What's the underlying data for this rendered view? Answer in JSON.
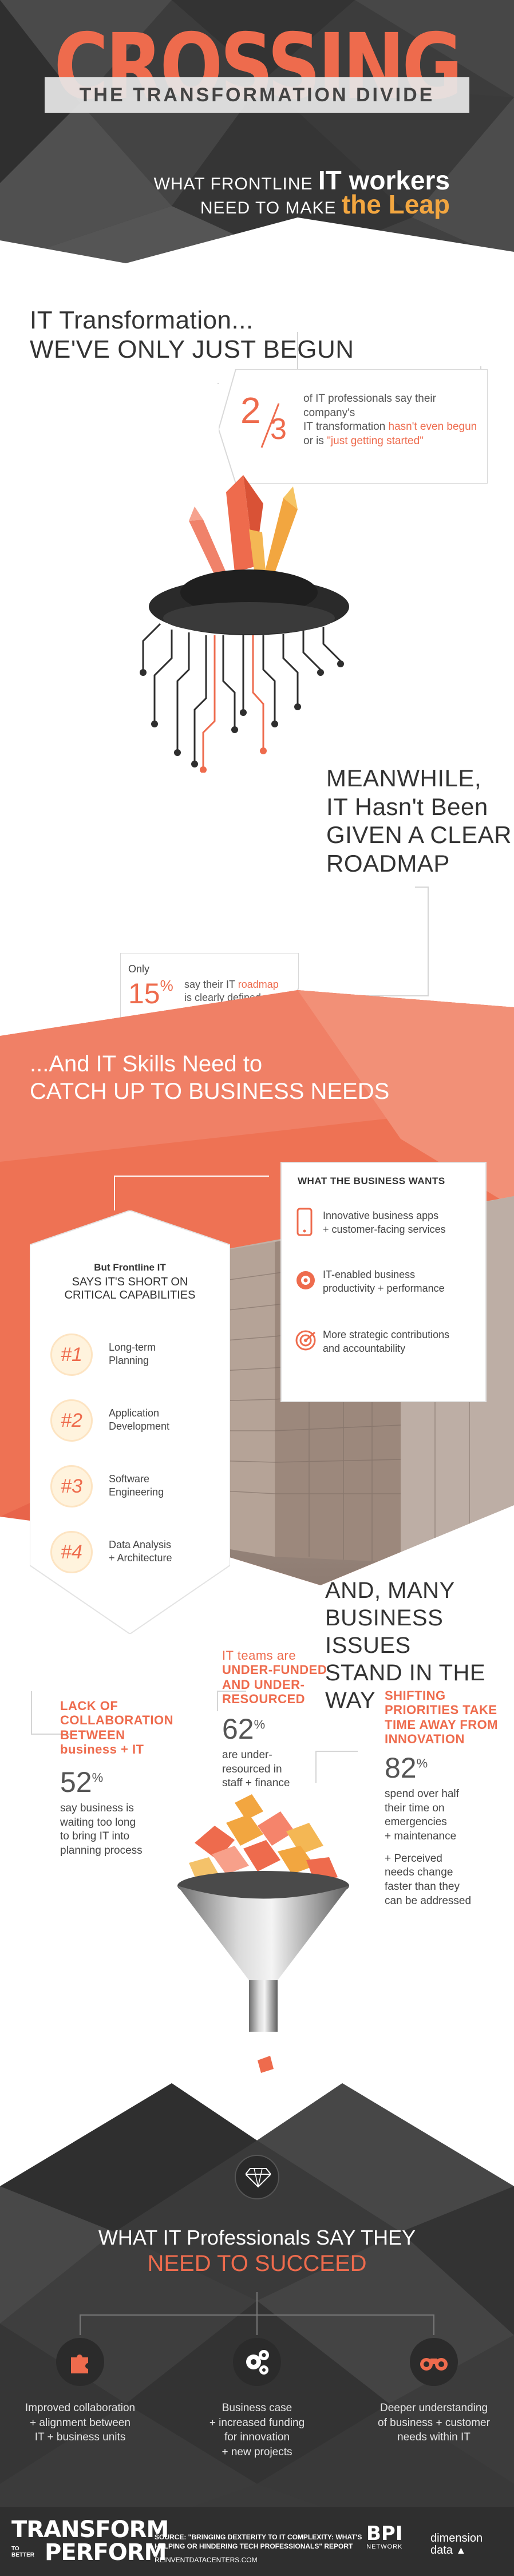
{
  "hero": {
    "title": "CROSSING",
    "band": "THE TRANSFORMATION DIVIDE",
    "subtitle_line1_pre": "WHAT FRONTLINE",
    "subtitle_line1_bold": "IT workers",
    "subtitle_line2_pre": "NEED TO MAKE",
    "subtitle_line2_bold": "the Leap"
  },
  "transformation": {
    "heading_line1": "IT Transformation...",
    "heading_line2": "WE'VE ONLY JUST BEGUN",
    "fraction_num": "2",
    "fraction_den": "3",
    "stat_line1": "of IT professionals say their company's",
    "stat_line2_pre": "IT transformation",
    "stat_line2_hl": "hasn't even begun",
    "stat_line3_pre": "or is",
    "stat_line3_hl": "\"just getting started\""
  },
  "roadmap": {
    "heading_line1": "MEANWHILE,",
    "heading_line2": "IT Hasn't Been",
    "heading_line3": "GIVEN A CLEAR",
    "heading_line4": "ROADMAP",
    "only": "Only",
    "pct": "15",
    "pct_sign": "%",
    "text_line1_pre": "say their IT",
    "text_line1_hl": "roadmap",
    "text_line2": "is clearly defined"
  },
  "skills": {
    "heading_line1": "...And IT Skills Need to",
    "heading_line2": "CATCH UP TO BUSINESS NEEDS",
    "wants_title": "WHAT THE BUSINESS WANTS",
    "wants": [
      {
        "icon": "phone-icon",
        "line1": "Innovative business apps",
        "line2": "+ customer-facing services"
      },
      {
        "icon": "gear-icon",
        "line1": "IT-enabled business",
        "line2": "productivity + performance"
      },
      {
        "icon": "target-icon",
        "line1": "More strategic contributions",
        "line2": "and accountability"
      }
    ],
    "caps_title_line1": "But Frontline IT",
    "caps_title_line2": "SAYS IT'S SHORT ON",
    "caps_title_line3": "CRITICAL CAPABILITIES",
    "caps": [
      {
        "num": "#1",
        "line1": "Long-term",
        "line2": "Planning"
      },
      {
        "num": "#2",
        "line1": "Application",
        "line2": "Development"
      },
      {
        "num": "#3",
        "line1": "Software",
        "line2": "Engineering"
      },
      {
        "num": "#4",
        "line1": "Data Analysis",
        "line2": "+ Architecture"
      }
    ]
  },
  "issues": {
    "heading_line1": "AND, MANY",
    "heading_line2": "BUSINESS ISSUES",
    "heading_line3": "STAND IN THE WAY",
    "collab": {
      "head1": "LACK OF",
      "head2": "COLLABORATION",
      "head3": "BETWEEN",
      "head4": "business + IT",
      "pct": "52",
      "sign": "%",
      "t1": "say business is",
      "t2": "waiting too long",
      "t3": "to bring IT into",
      "t4": "planning process"
    },
    "funded": {
      "head1": "IT teams are",
      "head2": "UNDER-FUNDED",
      "head3": "AND UNDER-",
      "head4": "RESOURCED",
      "pct": "62",
      "sign": "%",
      "t1": "are under-",
      "t2": "resourced in",
      "t3": "staff + finance"
    },
    "priorities": {
      "head1": "SHIFTING",
      "head2": "PRIORITIES TAKE",
      "head3": "TIME AWAY FROM",
      "head4": "INNOVATION",
      "pct": "82",
      "sign": "%",
      "t1": "spend over half",
      "t2": "their time on",
      "t3": "emergencies",
      "t4": "+ maintenance",
      "t5": "+ Perceived",
      "t6": "needs change",
      "t7": "faster than they",
      "t8": "can be addressed"
    }
  },
  "succeed": {
    "heading_line1": "WHAT IT Professionals SAY THEY",
    "heading_line2": "NEED TO SUCCEED",
    "needs": [
      {
        "icon": "puzzle-icon",
        "line1": "Improved collaboration",
        "line2": "+ alignment between",
        "line3": "IT + business units"
      },
      {
        "icon": "gears-icon",
        "line1": "Business case",
        "line2": "+ increased funding",
        "line3": "for innovation",
        "line4": "+ new projects"
      },
      {
        "icon": "binoculars-icon",
        "line1": "Deeper understanding",
        "line2": "of business + customer",
        "line3": "needs within IT"
      }
    ]
  },
  "footer": {
    "logo_line1": "TRANSFORM",
    "logo_small": "TO BETTER",
    "logo_line2": "PERFORM",
    "source_line1": "SOURCE: \"BRINGING DEXTERITY TO IT COMPLEXITY: WHAT'S",
    "source_line2": "HELPING OR HINDERING TECH PROFESSIONALS\" REPORT",
    "source_line3": "REINVENTDATACENTERS.COM",
    "bpi_line1": "BPI",
    "bpi_line2": "NETWORK",
    "dd_line1": "dimension",
    "dd_line2": "data"
  },
  "colors": {
    "accent": "#ee6b4d",
    "gold": "#f2a640",
    "dark": "#3a3a3a"
  }
}
